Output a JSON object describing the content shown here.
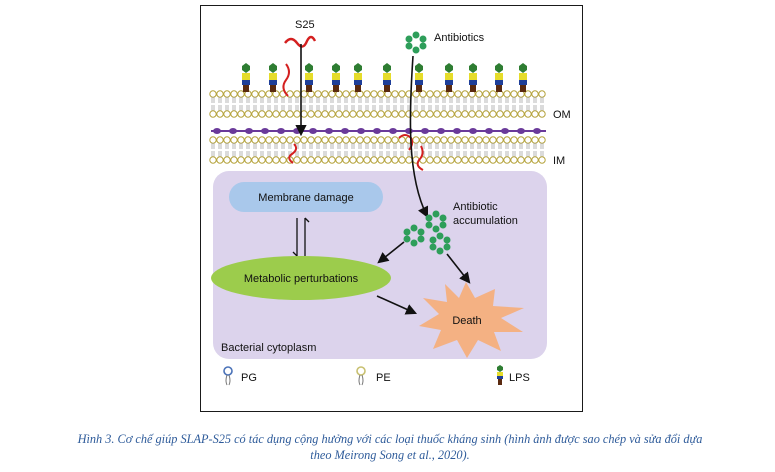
{
  "figure": {
    "labels": {
      "s25": "S25",
      "antibiotics": "Antibiotics",
      "om": "OM",
      "im": "IM",
      "membrane_damage": "Membrane damage",
      "antibiotic_accumulation_line1": "Antibiotic",
      "antibiotic_accumulation_line2": "accumulation",
      "metabolic_perturbations": "Metabolic perturbations",
      "death": "Death",
      "bacterial_cytoplasm": "Bacterial cytoplasm"
    },
    "legend": {
      "pg": "PG",
      "pe": "PE",
      "lps": "LPS"
    },
    "colors": {
      "cytoplasm": "#dcd3ec",
      "membrane_damage": "#a9c8eb",
      "metabolic": "#9ccc4c",
      "death": "#f4b183",
      "antibiotic": "#2e9e5a",
      "peptide": "#d42020",
      "lps_green": "#2e7d32",
      "lps_yellow": "#e5dc2a",
      "lps_blue": "#1f3f99",
      "lps_brown": "#5a2a10",
      "pg_cap": "#4a72b8",
      "pe_cap": "#c8c070",
      "periplasm": "#6a3a9a"
    }
  },
  "caption": {
    "line1": "Hình 3. Cơ chế giúp SLAP-S25 có tác dụng cộng hưởng với các loại thuốc kháng sinh (hình ảnh được sao chép và sửa đổi dựa",
    "line2": "theo Meirong Song et al., 2020)."
  }
}
